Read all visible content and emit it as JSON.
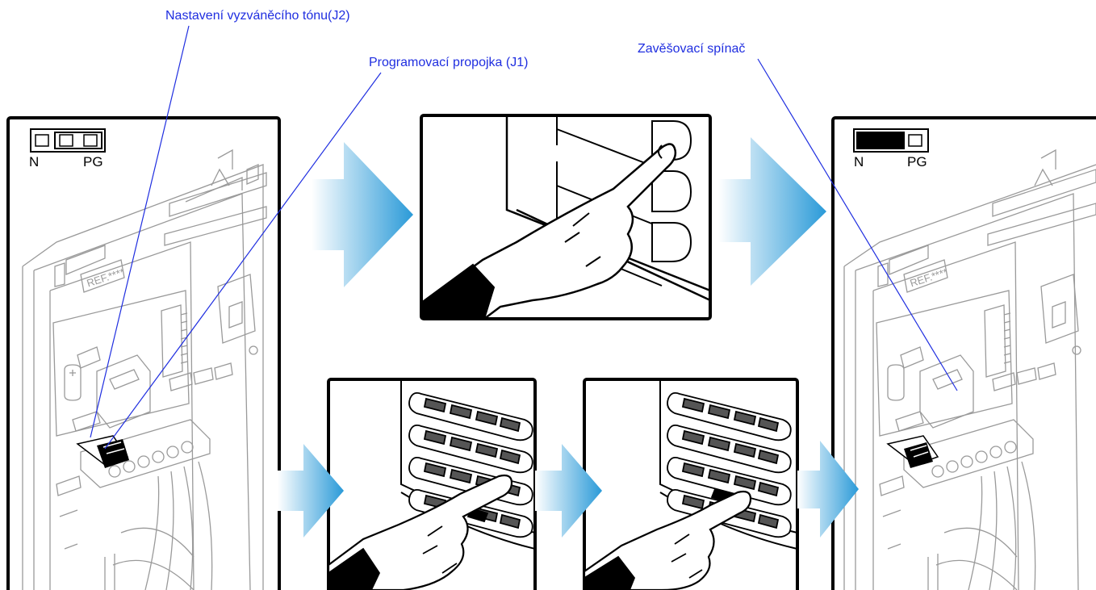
{
  "labels": {
    "ring_tone_setting": "Nastavení vyzváněcího tónu(J2)",
    "programming_jumper": "Programovací propojka (J1)",
    "hook_switch": "Zavěšovací spínač"
  },
  "jumper_left": {
    "left_label": "N",
    "right_label": "PG",
    "position": "PG"
  },
  "jumper_right": {
    "left_label": "N",
    "right_label": "PG",
    "position": "N"
  },
  "unit_marking": "REF.****",
  "colors": {
    "callout": "#1f2ee0",
    "arrow_start": "#ffffff",
    "arrow_end": "#2a9ad8",
    "outline": "#000000",
    "device_outline": "#9a9a9a"
  },
  "icons": [
    "arrow-right-icon",
    "finger-press-icon"
  ]
}
